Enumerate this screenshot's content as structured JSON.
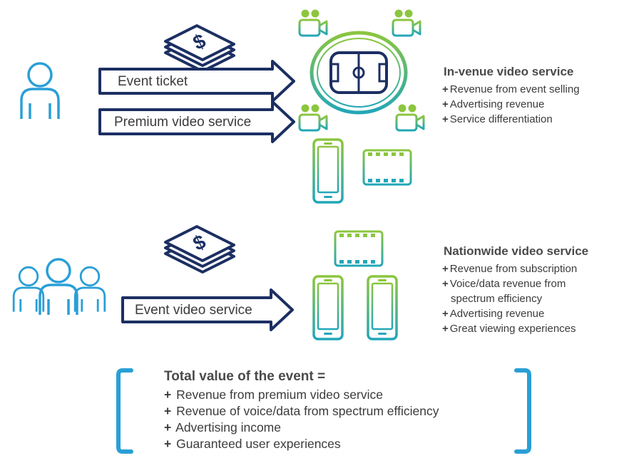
{
  "arrows": {
    "event_ticket": "Event ticket",
    "premium_video": "Premium video service",
    "event_video": "Event video service"
  },
  "in_venue": {
    "title": "In-venue video service",
    "items": [
      "Revenue from event selling",
      "Advertising revenue",
      "Service differentiation"
    ]
  },
  "nationwide": {
    "title": "Nationwide video service",
    "items": [
      "Revenue from subscription",
      "Voice/data revenue from",
      "spectrum efficiency",
      "Advertising revenue",
      "Great viewing experiences"
    ]
  },
  "total": {
    "title": "Total value of the event =",
    "items": [
      "Revenue from premium video service",
      "Revenue of voice/data from spectrum efficiency",
      "Advertising income",
      "Guaranteed user experiences"
    ]
  },
  "bullet_symbol": "+",
  "colors": {
    "navy": "#1c2f63",
    "cyan": "#2a9fd6",
    "green_top": "#8cc63f",
    "green_bottom": "#22a7b8",
    "text": "#3b3b3b"
  },
  "icons": [
    "person-icon",
    "group-icon",
    "money-stack-icon",
    "stadium-icon",
    "video-camera-icon",
    "smartphone-icon",
    "film-strip-icon"
  ]
}
